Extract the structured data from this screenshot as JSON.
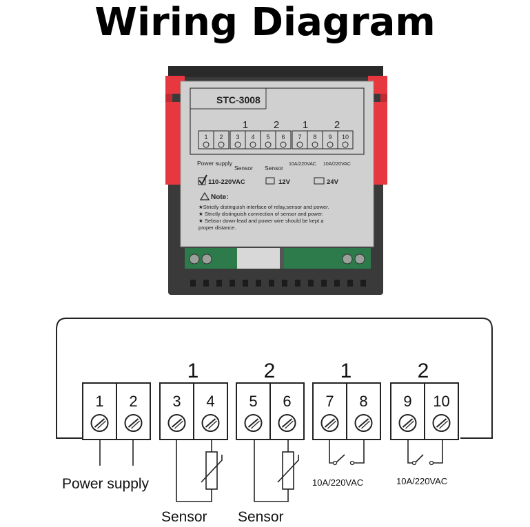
{
  "title": "Wiring Diagram",
  "device_label": {
    "model": "STC-3008",
    "group_numbers": [
      "1",
      "2",
      "1",
      "2"
    ],
    "terminal_numbers": [
      "1",
      "2",
      "3",
      "4",
      "5",
      "6",
      "7",
      "8",
      "9",
      "10"
    ],
    "power_supply": "Power supply",
    "sensor_1": "Sensor",
    "sensor_2": "Sensor",
    "relay_1_rating": "10A/220VAC",
    "relay_2_rating": "10A/220VAC",
    "voltage_options": [
      {
        "label": "110-220VAC",
        "checked": true
      },
      {
        "label": "12V",
        "checked": false
      },
      {
        "label": "24V",
        "checked": false
      }
    ],
    "note_heading": "Note:",
    "note_lines": [
      "★Strictly distinguish interface of relay,sensor and power.",
      "★ Strictly distinguish connection of sensor and power.",
      "★ Sebsor down-lead and power wire should be kept a",
      "proper distance."
    ]
  },
  "diagram": {
    "group_numbers": [
      "1",
      "2",
      "1",
      "2"
    ],
    "terminals": [
      "1",
      "2",
      "3",
      "4",
      "5",
      "6",
      "7",
      "8",
      "9",
      "10"
    ],
    "power_supply_label": "Power supply",
    "sensor_1_label": "Sensor",
    "sensor_2_label": "Sensor",
    "relay_1_rating": "10A/220VAC",
    "relay_2_rating": "10A/220VAC"
  },
  "colors": {
    "housing": "#3a3a3a",
    "clip": "#e8383f",
    "plate": "#cfd0cf",
    "pcb": "#2d7a4a",
    "line": "#222222"
  }
}
